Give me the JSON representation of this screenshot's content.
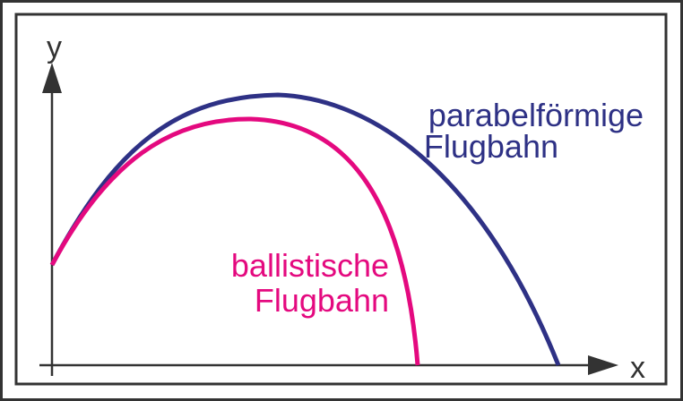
{
  "axes": {
    "x_label": "x",
    "y_label": "y"
  },
  "curves": {
    "parabolic": {
      "label_line1": "parabelförmige",
      "label_line2": "Flugbahn",
      "color": "#2e3185"
    },
    "ballistic": {
      "label_line1": "ballistische",
      "label_line2": "Flugbahn",
      "color": "#e4097f"
    }
  },
  "colors": {
    "frame": "#333333",
    "axis": "#333333"
  }
}
